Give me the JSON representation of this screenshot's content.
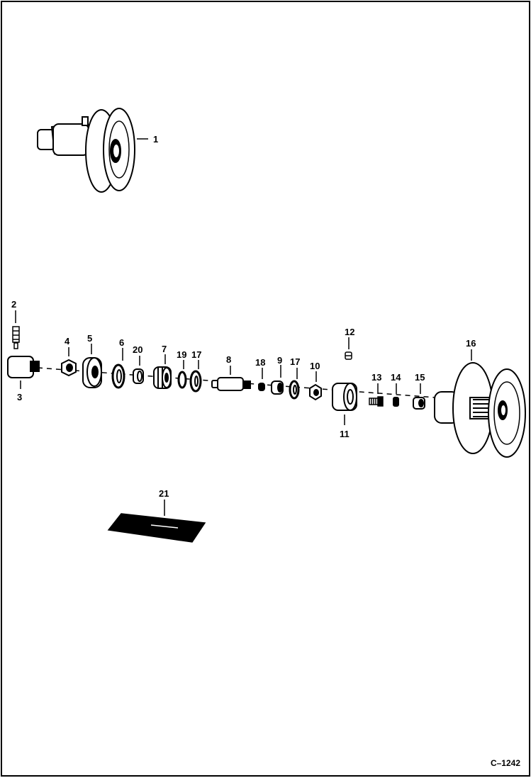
{
  "figure_id": "C–1242",
  "callouts": {
    "c1": "1",
    "c2": "2",
    "c3": "3",
    "c4": "4",
    "c5": "5",
    "c6": "6",
    "c7": "7",
    "c8": "8",
    "c9": "9",
    "c10": "10",
    "c11": "11",
    "c12": "12",
    "c13": "13",
    "c14": "14",
    "c15": "15",
    "c16": "16",
    "c17a": "17",
    "c17b": "17",
    "c18": "18",
    "c19": "19",
    "c20": "20",
    "c21": "21"
  }
}
